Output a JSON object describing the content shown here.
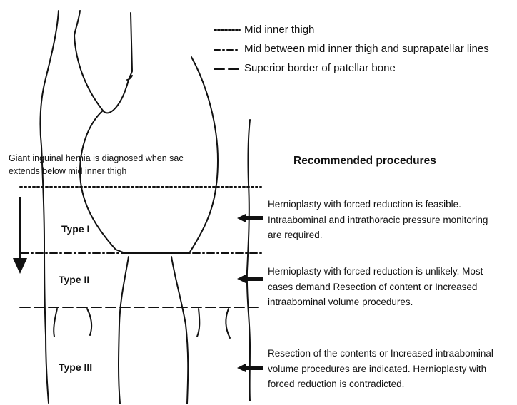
{
  "legend": [
    {
      "style": "dotted",
      "label": "Mid inner thigh"
    },
    {
      "style": "dash-dot",
      "label": "Mid between mid inner thigh and suprapatellar lines"
    },
    {
      "style": "dashed",
      "label": "Superior border of patellar bone"
    }
  ],
  "diagnosis_note": "Giant inguinal hernia is diagnosed when sac extends below mid inner thigh",
  "procedures_heading": "Recommended procedures",
  "types": [
    {
      "label": "Type I",
      "procedure": "Hernioplasty with forced reduction is feasible. Intraabominal and intrathoracic pressure monitoring are required."
    },
    {
      "label": "Type II",
      "procedure": "Hernioplasty with forced reduction is unlikely. Most cases demand Resection of content or Increased intraabominal volume procedures."
    },
    {
      "label": "Type III",
      "procedure": "Resection of the contents or Increased intraabominal volume procedures are indicated. Hernioplasty with forced reduction is contradicted."
    }
  ],
  "colors": {
    "ink": "#111111",
    "background": "#ffffff"
  }
}
